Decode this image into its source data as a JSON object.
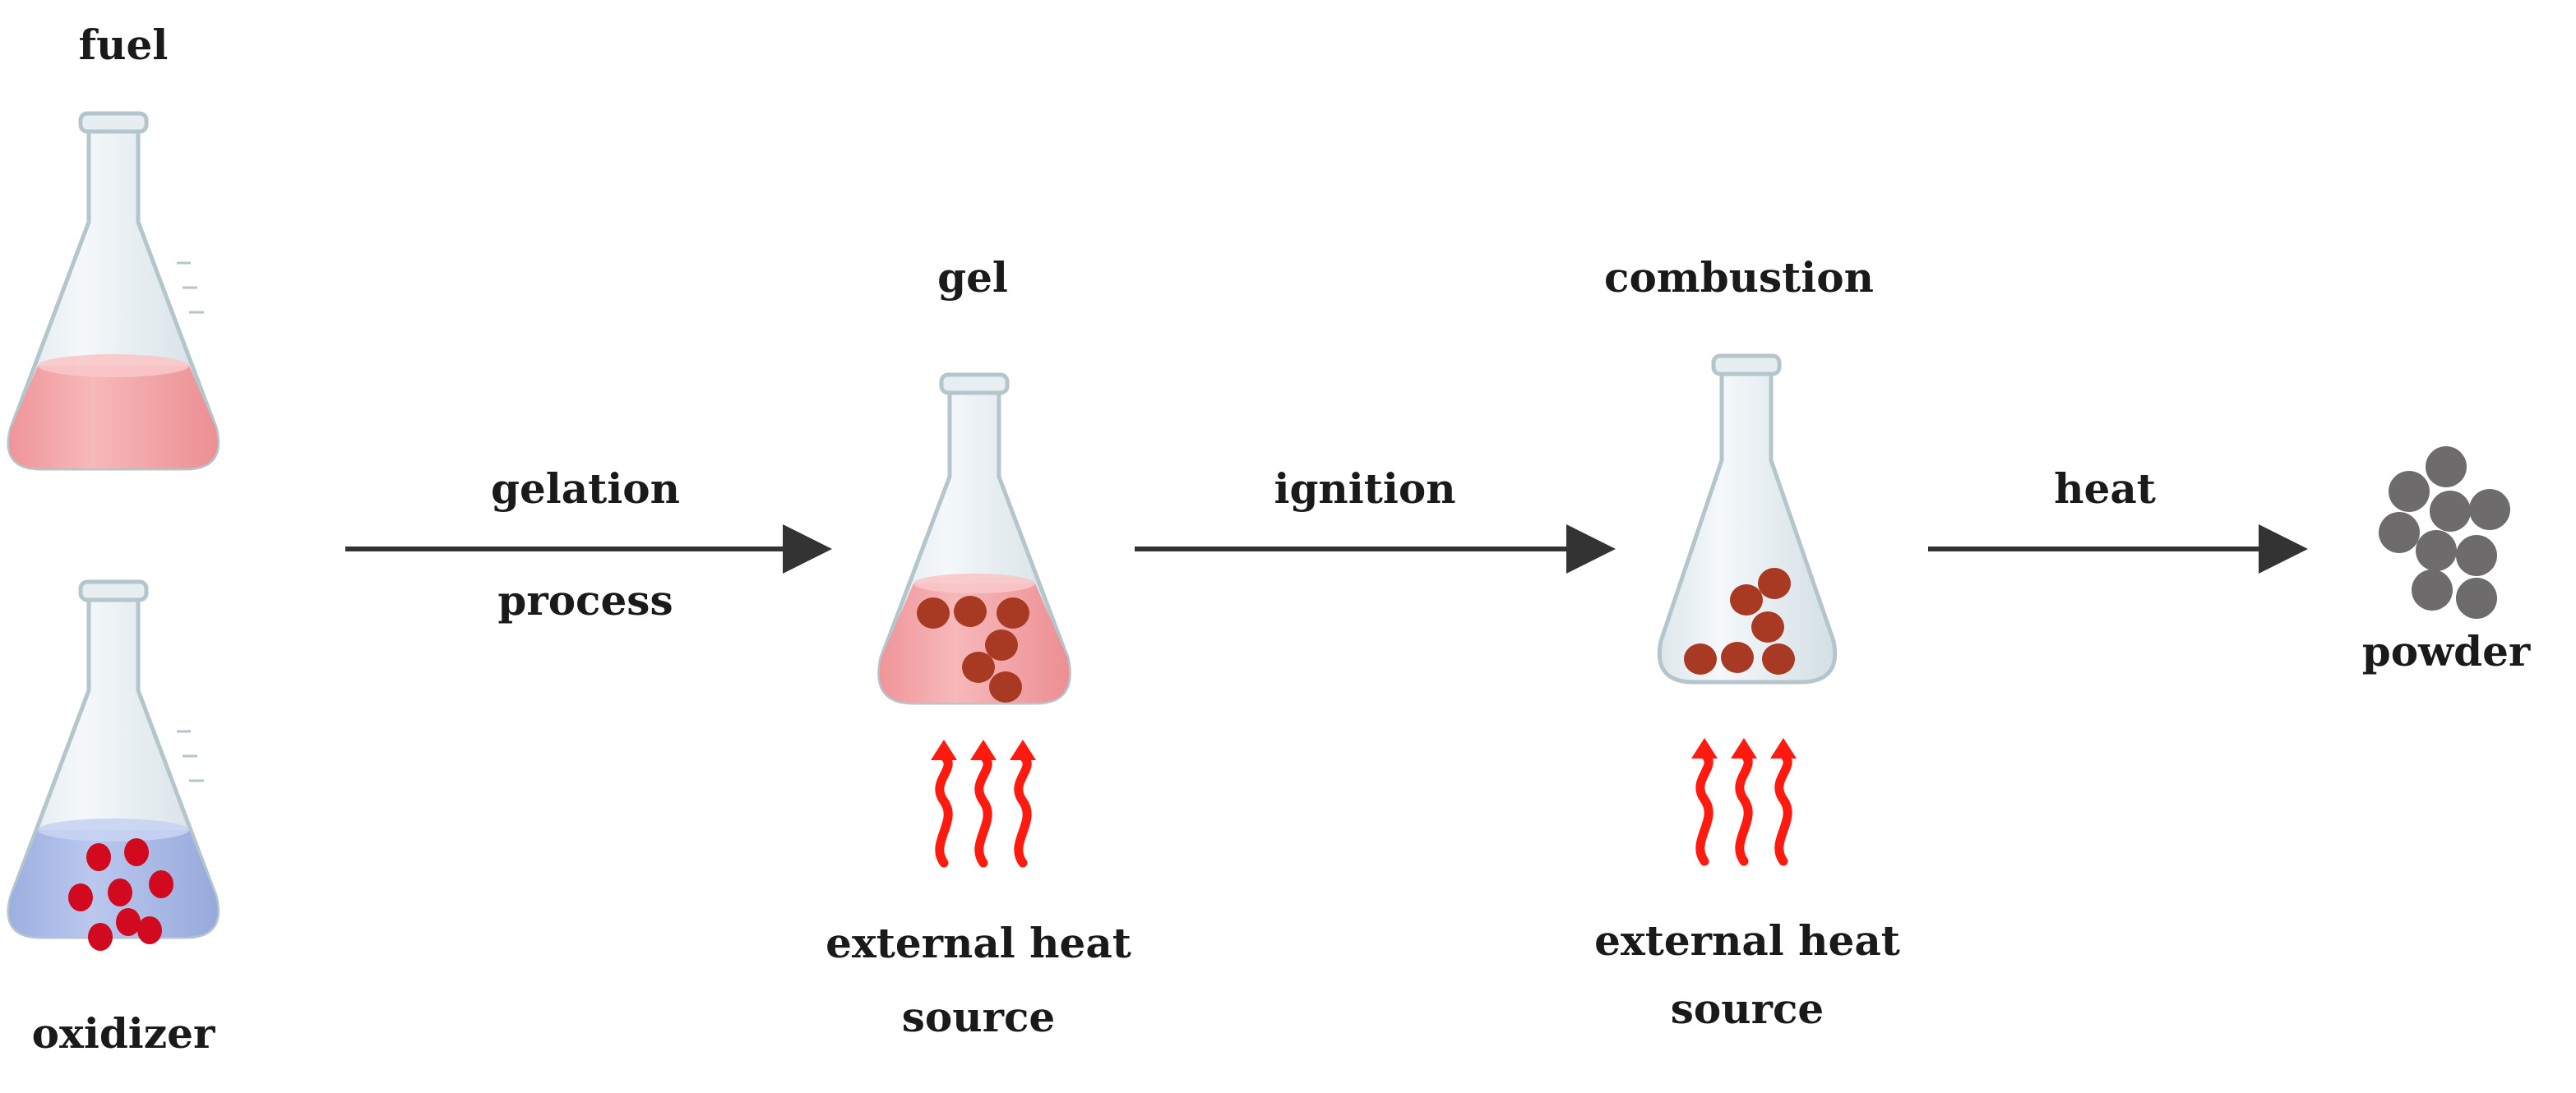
{
  "labels": {
    "fuel": "fuel",
    "oxidizer": "oxidizer",
    "gel": "gel",
    "combustion": "combustion",
    "powder": "powder",
    "arrow1_top": "gelation",
    "arrow1_bottom": "process",
    "arrow2_top": "ignition",
    "arrow3_top": "heat",
    "heat_source_1_line1": "external heat",
    "heat_source_1_line2": "source",
    "heat_source_2_line1": "external heat",
    "heat_source_2_line2": "source"
  },
  "colors": {
    "glass_fill": "#e9f0f3",
    "glass_stroke": "#b4c5cc",
    "pink_liquid": "#f4a3a6",
    "blue_liquid": "#a9b9e6",
    "red_particle": "#d10a1f",
    "brown_particle": "#a83a24",
    "grey_particle": "#6e6b6c",
    "heat_arrow": "#ff1a10",
    "process_arrow": "#333333"
  },
  "icons": {
    "flask": "erlenmeyer-flask-icon",
    "heat": "wavy-heat-arrow-icon"
  }
}
